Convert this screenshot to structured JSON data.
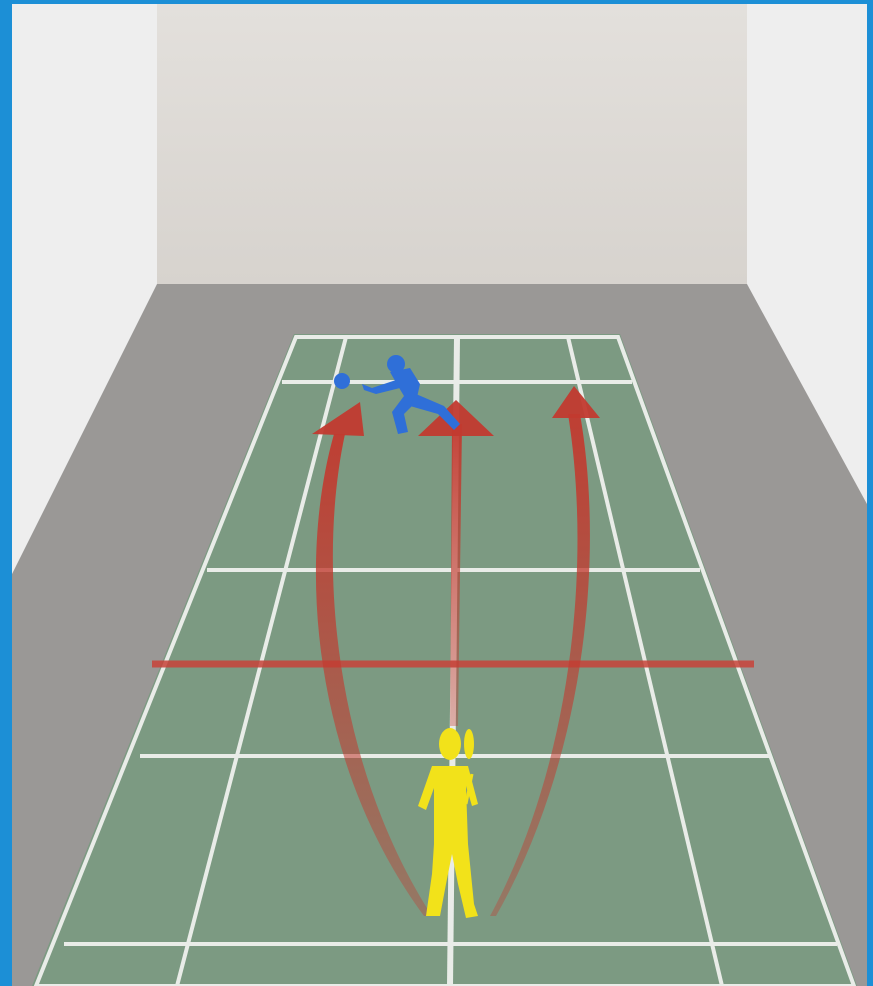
{
  "scene": {
    "subject": "badminton-court-shot-diagram",
    "players": [
      {
        "role": "opponent",
        "color": "#2f6fd8"
      },
      {
        "role": "player",
        "color": "#f2e21a"
      }
    ],
    "shot_paths": [
      {
        "direction": "left",
        "color": "#c23a2f"
      },
      {
        "direction": "straight",
        "color": "#c23a2f"
      },
      {
        "direction": "right",
        "color": "#c23a2f"
      }
    ],
    "net_color": "#c8433a",
    "court_color": "#7c9a82",
    "line_color": "#e9ece8",
    "wall_color": "#dedad5",
    "frame_color": "#1c8fd6"
  }
}
